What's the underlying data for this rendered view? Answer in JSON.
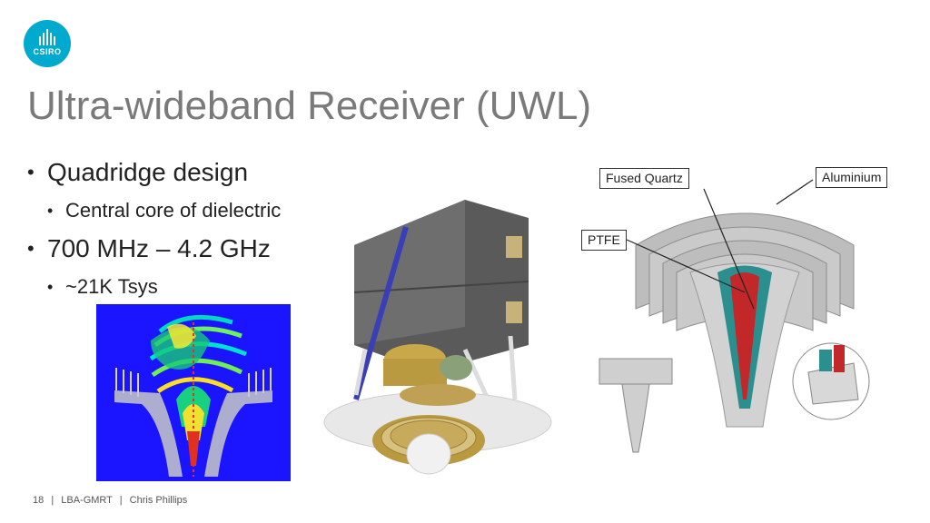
{
  "logo": {
    "text": "CSIRO",
    "color": "#00a9ce"
  },
  "slide": {
    "title": "Ultra-wideband Receiver (UWL)",
    "bullets": [
      {
        "level": 1,
        "text": "Quadridge design"
      },
      {
        "level": 2,
        "text": "Central core of dielectric"
      },
      {
        "level": 1,
        "text": "700 MHz – 4.2 GHz"
      },
      {
        "level": 2,
        "text": "~21K Tsys"
      }
    ],
    "bullet_glyph": "•"
  },
  "callouts": {
    "fused_quartz": "Fused Quartz",
    "aluminium": "Aluminium",
    "ptfe": "PTFE"
  },
  "footer": {
    "page": "18",
    "separator": "|",
    "event": "LBA-GMRT",
    "author": "Chris Phillips"
  }
}
